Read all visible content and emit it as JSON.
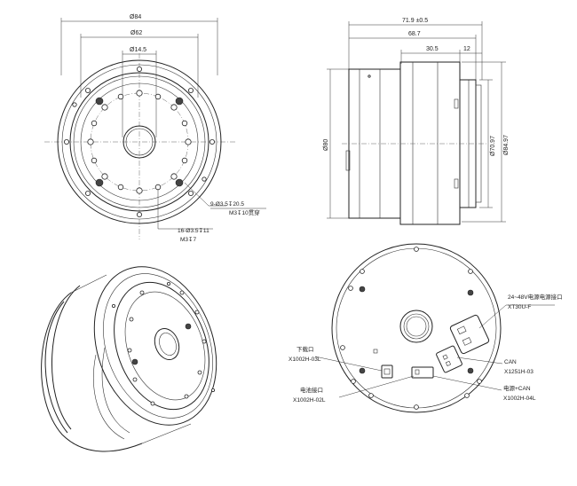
{
  "front_view": {
    "dim_outer": "Ø84",
    "dim_bolt_circle": "Ø62",
    "dim_center": "Ø14.5",
    "callout_a_line1": "9-Ø3.5↧20.5",
    "callout_a_line2": "M3↧10贯穿",
    "callout_b_line1": "16-Ø3.5↧11",
    "callout_b_line2": "M3↧7"
  },
  "side_view": {
    "dim_overall": "71.9 ±0.5",
    "dim_body": "68.7",
    "dim_flange": "30.5",
    "dim_step": "12",
    "dim_left_dia": "Ø80",
    "dim_right_dia_1": "Ø70.97",
    "dim_right_dia_2": "Ø84.97"
  },
  "rear_view": {
    "power_label": "24~48V电源电源接口",
    "power_part": "XT30U-F",
    "can_label": "CAN",
    "can_part": "X1251H-03",
    "download_label": "下载口",
    "download_part": "X1002H-03L",
    "encoder_label": "电池接口",
    "encoder_part": "X1002H-02L",
    "powercan_label": "电源+CAN",
    "powercan_part": "X1002H-04L"
  }
}
